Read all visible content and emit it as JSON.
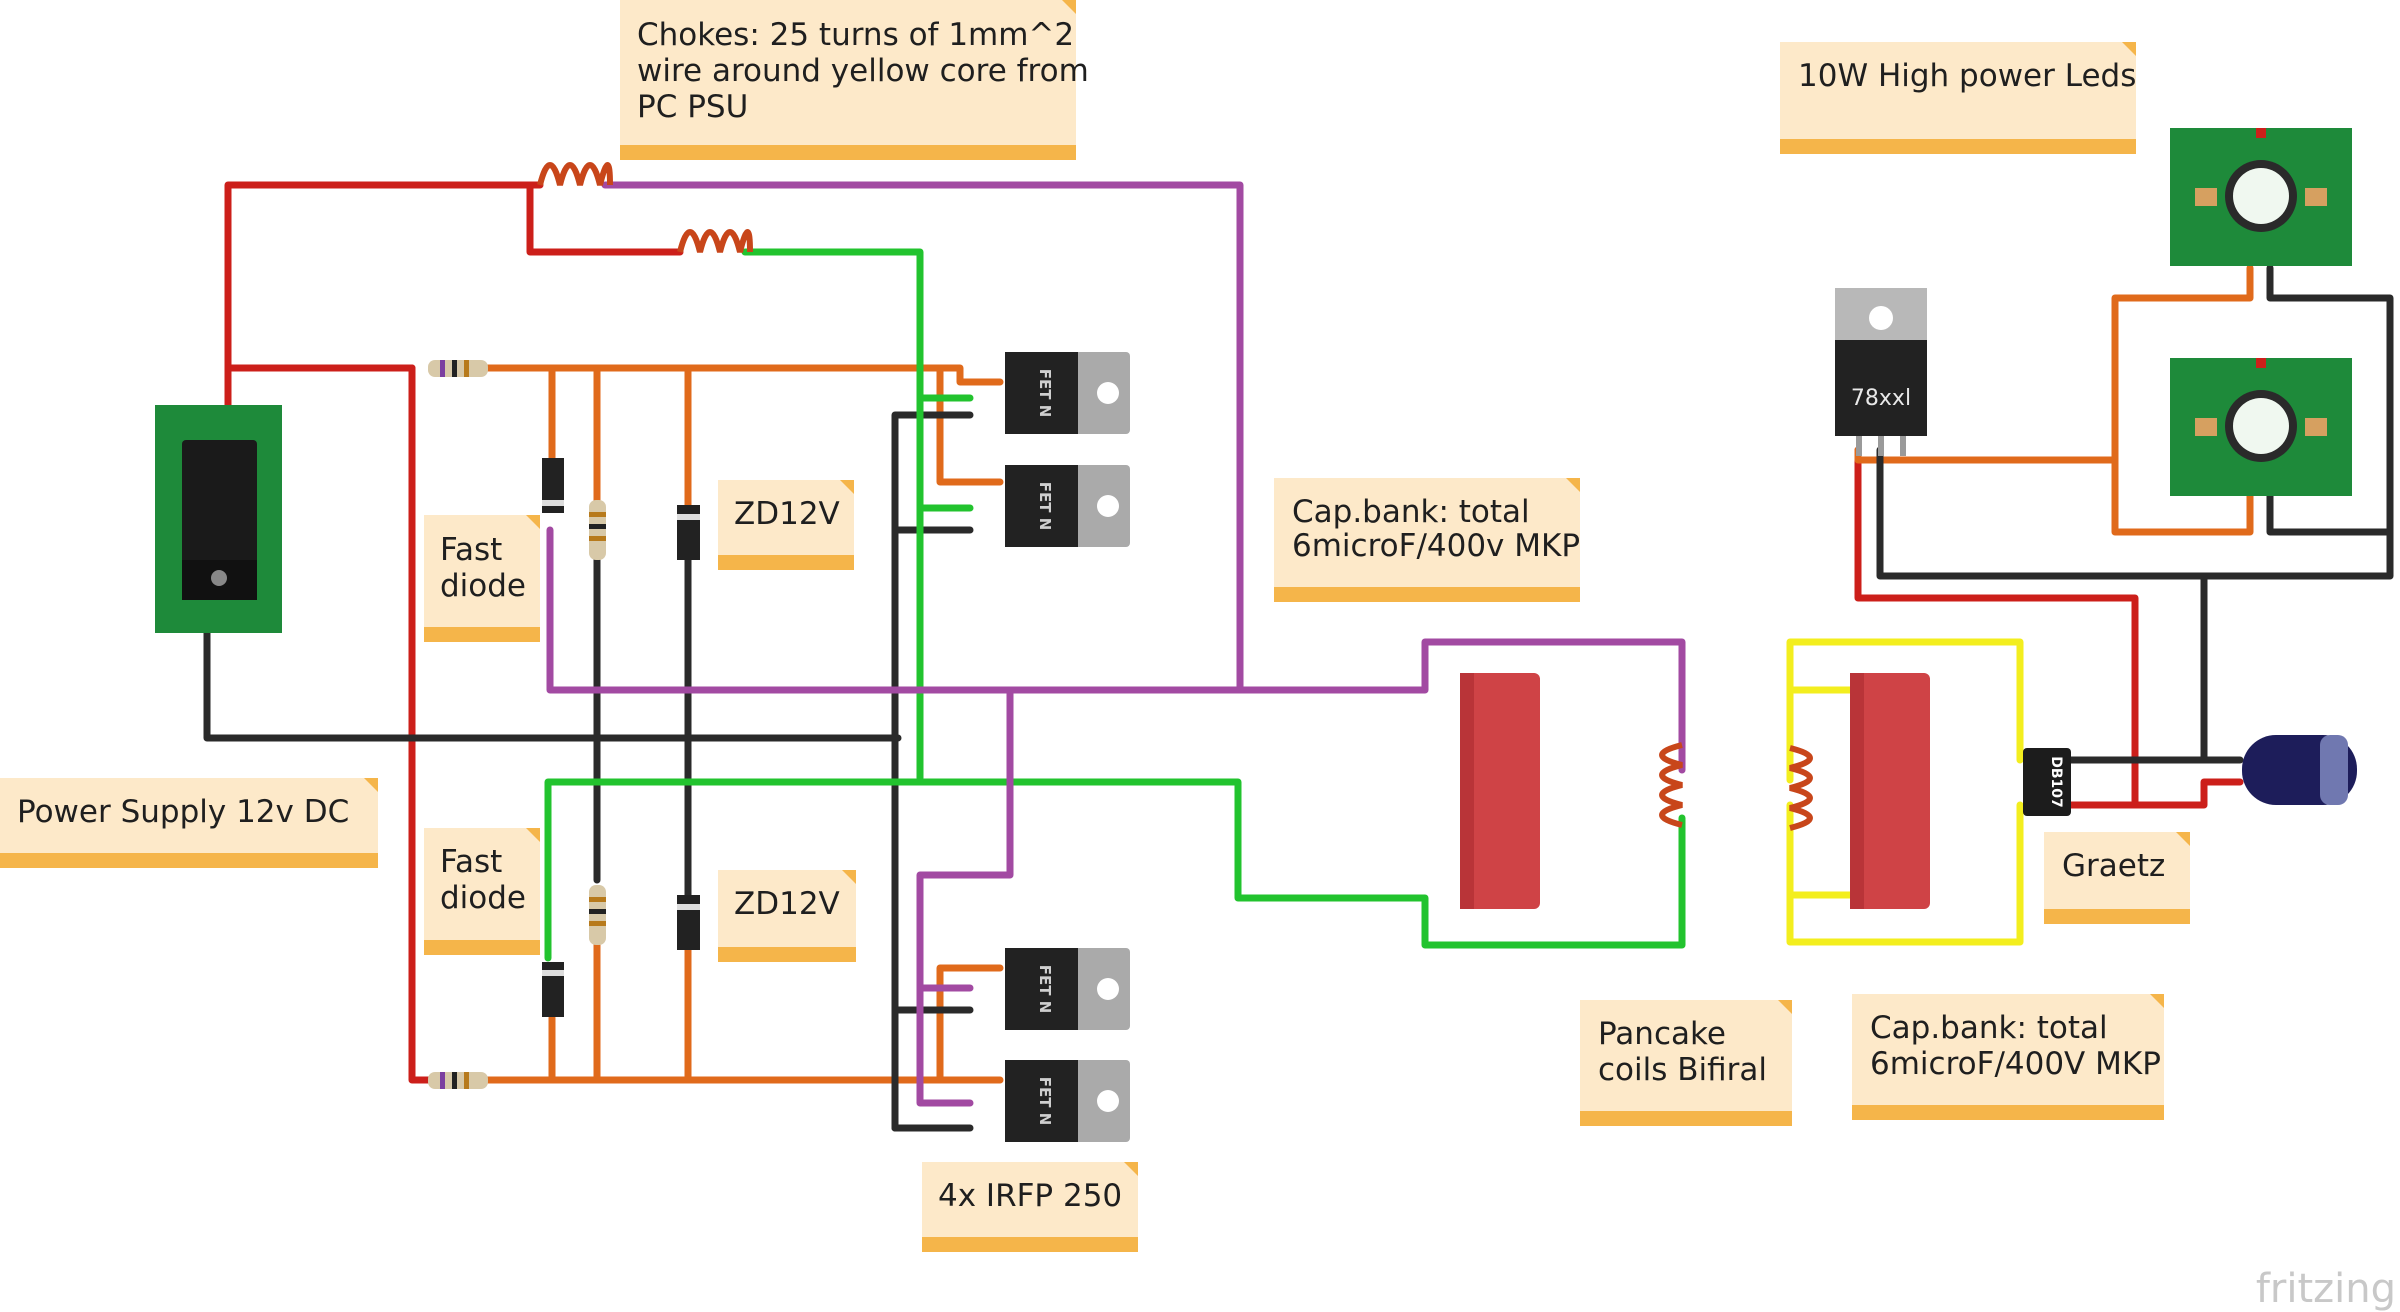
{
  "colors": {
    "red": "#cc1f1a",
    "orange": "#e06a1b",
    "black": "#2a2a2a",
    "green": "#22c32e",
    "purple": "#a24aa2",
    "yellow": "#f3ee1e",
    "note_bg": "#fde9c9",
    "note_band": "#f5b54a",
    "pcb": "#1e8a3a",
    "capacitor": "#cf4346",
    "coil": "#c8461a"
  },
  "notes": {
    "chokes": {
      "lines": [
        "Chokes: 25 turns of 1mm^2",
        "wire around yellow core from",
        "PC PSU"
      ]
    },
    "leds": {
      "lines": [
        "10W High power Leds"
      ]
    },
    "fast_diode_top": {
      "lines": [
        "Fast",
        "diode"
      ]
    },
    "zd_top": {
      "lines": [
        "ZD12V"
      ]
    },
    "capbank_primary": {
      "lines": [
        "Cap.bank: total",
        "6microF/400v MKP"
      ]
    },
    "power_supply": {
      "lines": [
        "Power Supply 12v DC"
      ]
    },
    "fast_diode_bottom": {
      "lines": [
        "Fast",
        "diode"
      ]
    },
    "zd_bottom": {
      "lines": [
        "ZD12V"
      ]
    },
    "graetz": {
      "lines": [
        "Graetz"
      ]
    },
    "pancake": {
      "lines": [
        "Pancake",
        "coils  Bifiral"
      ]
    },
    "capbank_secondary": {
      "lines": [
        "Cap.bank: total",
        "6microF/400V MKP"
      ]
    },
    "irfp": {
      "lines": [
        "4x IRFP 250"
      ]
    }
  },
  "components": {
    "mosfet_label": "FET N",
    "regulator_label": "78xxl",
    "bridge_label": "DB107"
  },
  "brand": "fritzing"
}
